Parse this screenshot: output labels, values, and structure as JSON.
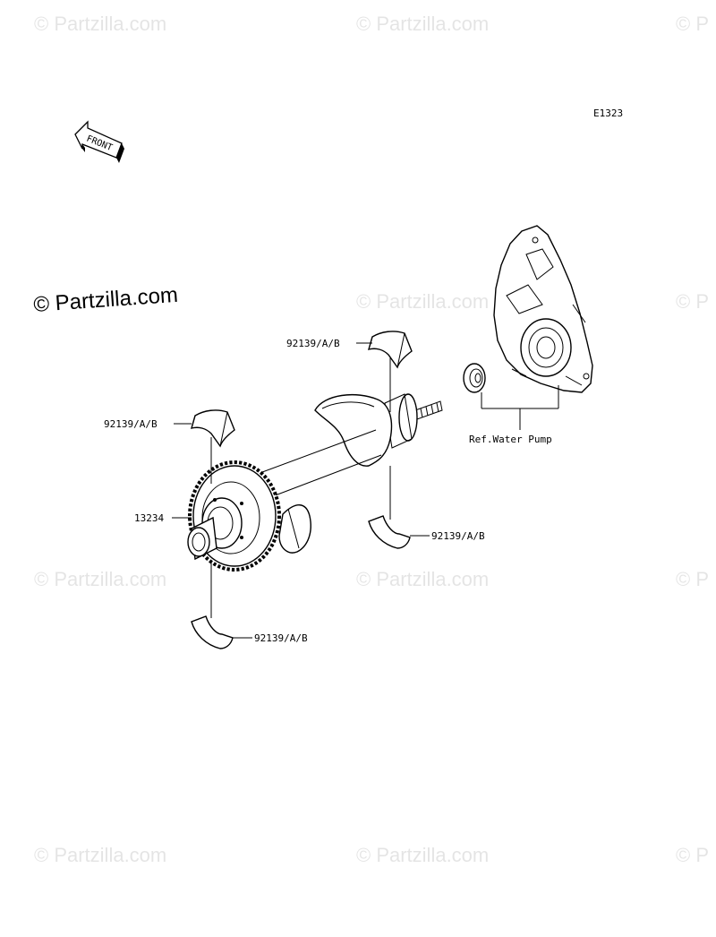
{
  "diagram": {
    "code": "E1323",
    "front_label": "FRONT",
    "watermark_main": "© Partzilla.com",
    "watermarks": [
      "© Partzilla.com",
      "© Partzilla.com",
      "© P",
      "© Partzilla.com",
      "© P",
      "© Partzilla.com",
      "© Partzilla.com",
      "© P",
      "© Partzilla.com",
      "© Partzilla.com",
      "© P"
    ],
    "callouts": {
      "bearing_upper_right": "92139/A/B",
      "bearing_upper_left": "92139/A/B",
      "gear": "13234",
      "bearing_lower_right": "92139/A/B",
      "bearing_lower_left": "92139/A/B",
      "water_pump_ref": "Ref.Water Pump"
    }
  }
}
